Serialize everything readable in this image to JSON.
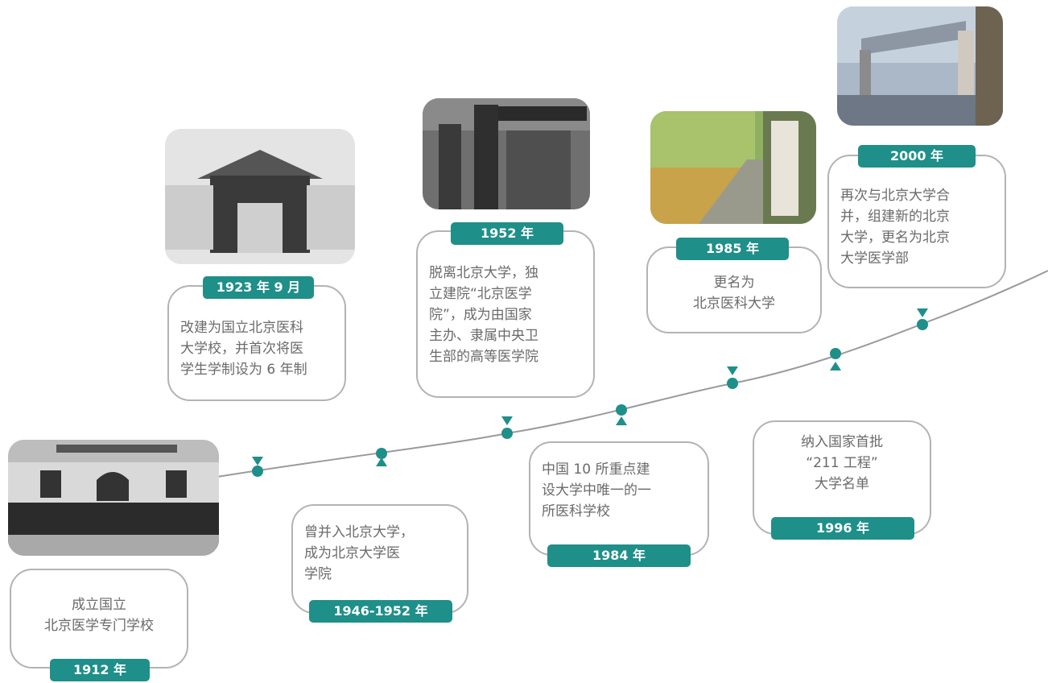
{
  "colors": {
    "accent": "#1f8f89",
    "line": "#9a9a9a",
    "card_border": "#b3b3b3",
    "text": "#6a6a6a"
  },
  "events": [
    {
      "year": "1912 年",
      "text": "成立国立\n北京医学专门学校"
    },
    {
      "year": "1923 年 9 月",
      "text": "改建为国立北京医科\n大学校，并首次将医\n学生学制设为 6 年制"
    },
    {
      "year": "1946-1952 年",
      "text": "曾并入北京大学，\n成为北京大学医\n学院"
    },
    {
      "year": "1952 年",
      "text": "脱离北京大学，独\n立建院“北京医学\n院”，成为由国家\n主办、隶属中央卫\n生部的高等医学院"
    },
    {
      "year": "1984 年",
      "text": "中国 10 所重点建\n设大学中唯一的一\n所医科学校"
    },
    {
      "year": "1985 年",
      "text": "更名为\n北京医科大学"
    },
    {
      "year": "1996 年",
      "text": "纳入国家首批\n“211 工程”\n大学名单"
    },
    {
      "year": "2000 年",
      "text": "再次与北京大学合\n并，组建新的北京\n大学，更名为北京\n大学医学部"
    }
  ]
}
